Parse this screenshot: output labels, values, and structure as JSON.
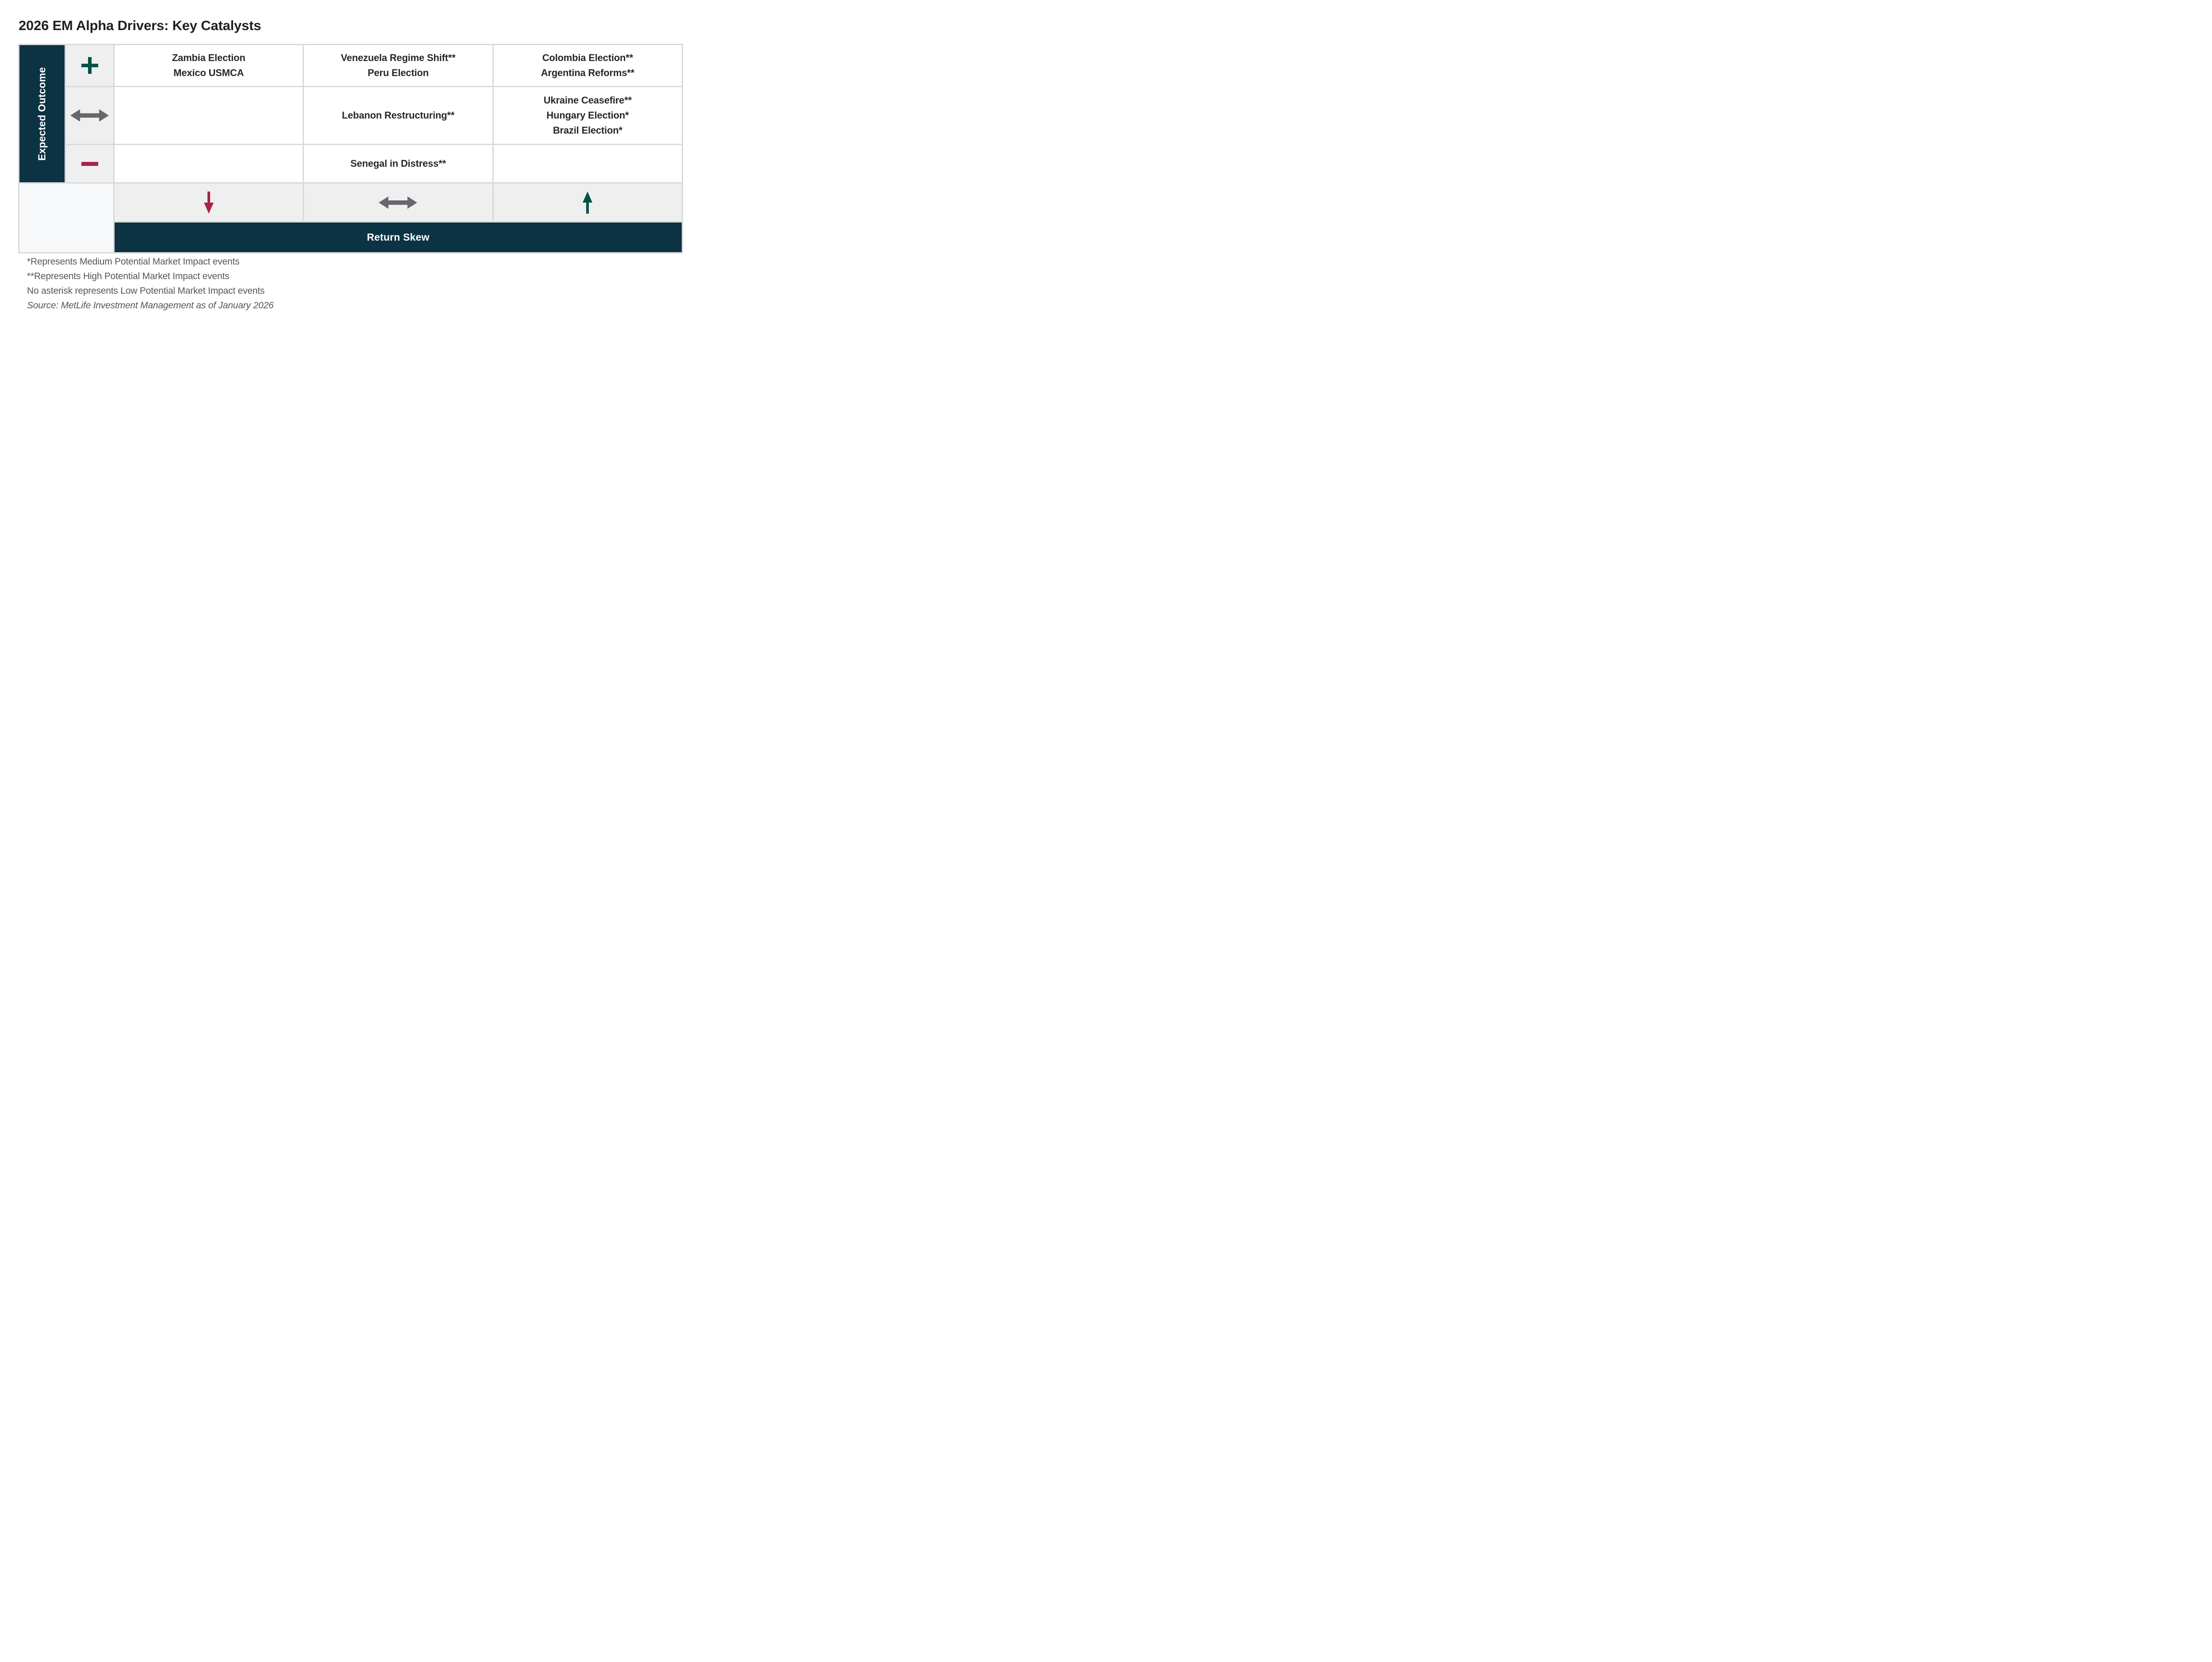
{
  "title": "2026 EM Alpha Drivers: Key Catalysts",
  "matrix": {
    "row_axis_label": "Expected Outcome",
    "col_axis_label": "Return Skew",
    "row_icons": [
      "plus-icon",
      "left-right-arrow-icon",
      "minus-icon"
    ],
    "skew_icons": [
      "down-arrow-icon",
      "left-right-arrow-icon",
      "up-arrow-icon"
    ],
    "cells": {
      "r1c1": "Zambia Election\nMexico USMCA",
      "r1c2": "Venezuela Regime Shift**\nPeru Election",
      "r1c3": "Colombia Election**\nArgentina Reforms**",
      "r2c1": "",
      "r2c2": "Lebanon Restructuring**",
      "r2c3": "Ukraine Ceasefire**\nHungary Election*\nBrazil Election*",
      "r3c1": "",
      "r3c2": "Senegal in Distress**",
      "r3c3": ""
    }
  },
  "chart_data": {
    "type": "table",
    "title": "2026 EM Alpha Drivers: Key Catalysts",
    "rows_label": "Expected Outcome",
    "columns_label": "Return Skew",
    "row_categories": [
      "Positive (+)",
      "Neutral (left-right arrow)",
      "Negative (-)"
    ],
    "column_categories": [
      "Negative skew (down arrow)",
      "Neutral skew (left-right arrow)",
      "Positive skew (up arrow)"
    ],
    "cells": [
      [
        [
          "Zambia Election",
          "Mexico USMCA"
        ],
        [
          "Venezuela Regime Shift**",
          "Peru Election"
        ],
        [
          "Colombia Election**",
          "Argentina Reforms**"
        ]
      ],
      [
        [],
        [
          "Lebanon Restructuring**"
        ],
        [
          "Ukraine Ceasefire**",
          "Hungary Election*",
          "Brazil Election*"
        ]
      ],
      [
        [],
        [
          "Senegal in Distress**"
        ],
        []
      ]
    ],
    "impact_legend": {
      "*": "Medium Potential Market Impact events",
      "**": "High Potential Market Impact events",
      "no_asterisk": "Low Potential Market Impact events"
    },
    "source": "MetLife Investment Management as of January 2026",
    "legend_position": "none",
    "grid": true
  },
  "footnotes": [
    "*Represents Medium Potential Market Impact events",
    "**Represents High Potential Market Impact events",
    "No asterisk represents Low Potential Market Impact events",
    "Source: MetLife Investment Management as of January 2026"
  ],
  "colors": {
    "dark_teal": "#0b3343",
    "positive_green": "#02514a",
    "negative_crimson": "#a82347",
    "neutral_gray": "#66686d",
    "icon_cell_gray": "#efefef",
    "grid_line_gray": "#d8dad9",
    "corner_cell": "#f7f8fa",
    "cell_text": "#27282b",
    "footnote_gray": "#55565a"
  }
}
